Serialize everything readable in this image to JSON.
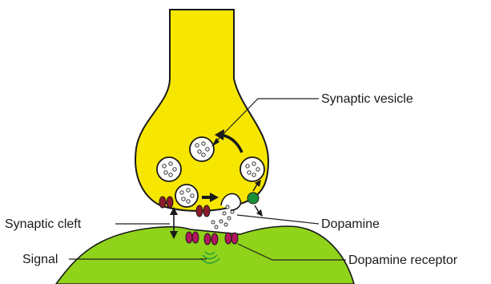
{
  "labels": {
    "synaptic_vesicle": "Synaptic vesicle",
    "dopamine": "Dopamine",
    "synaptic_cleft": "Synaptic cleft",
    "signal": "Signal",
    "dopamine_receptor": "Dopamine receptor"
  },
  "colors": {
    "presynaptic_fill": "#f7e600",
    "postsynaptic_fill": "#8fd31a",
    "outline": "#1a1a1a",
    "vesicle_fill": "#ffffff",
    "channel_fill": "#8b1c2c",
    "receptor_fill": "#b3155f",
    "transporter_fill": "#1a8f3a",
    "signal_wave": "#2a9d3a"
  },
  "icons": {
    "vesicle": "vesicle-icon",
    "receptor": "receptor-icon",
    "transporter": "transporter-icon",
    "signal": "signal-wave-icon"
  }
}
